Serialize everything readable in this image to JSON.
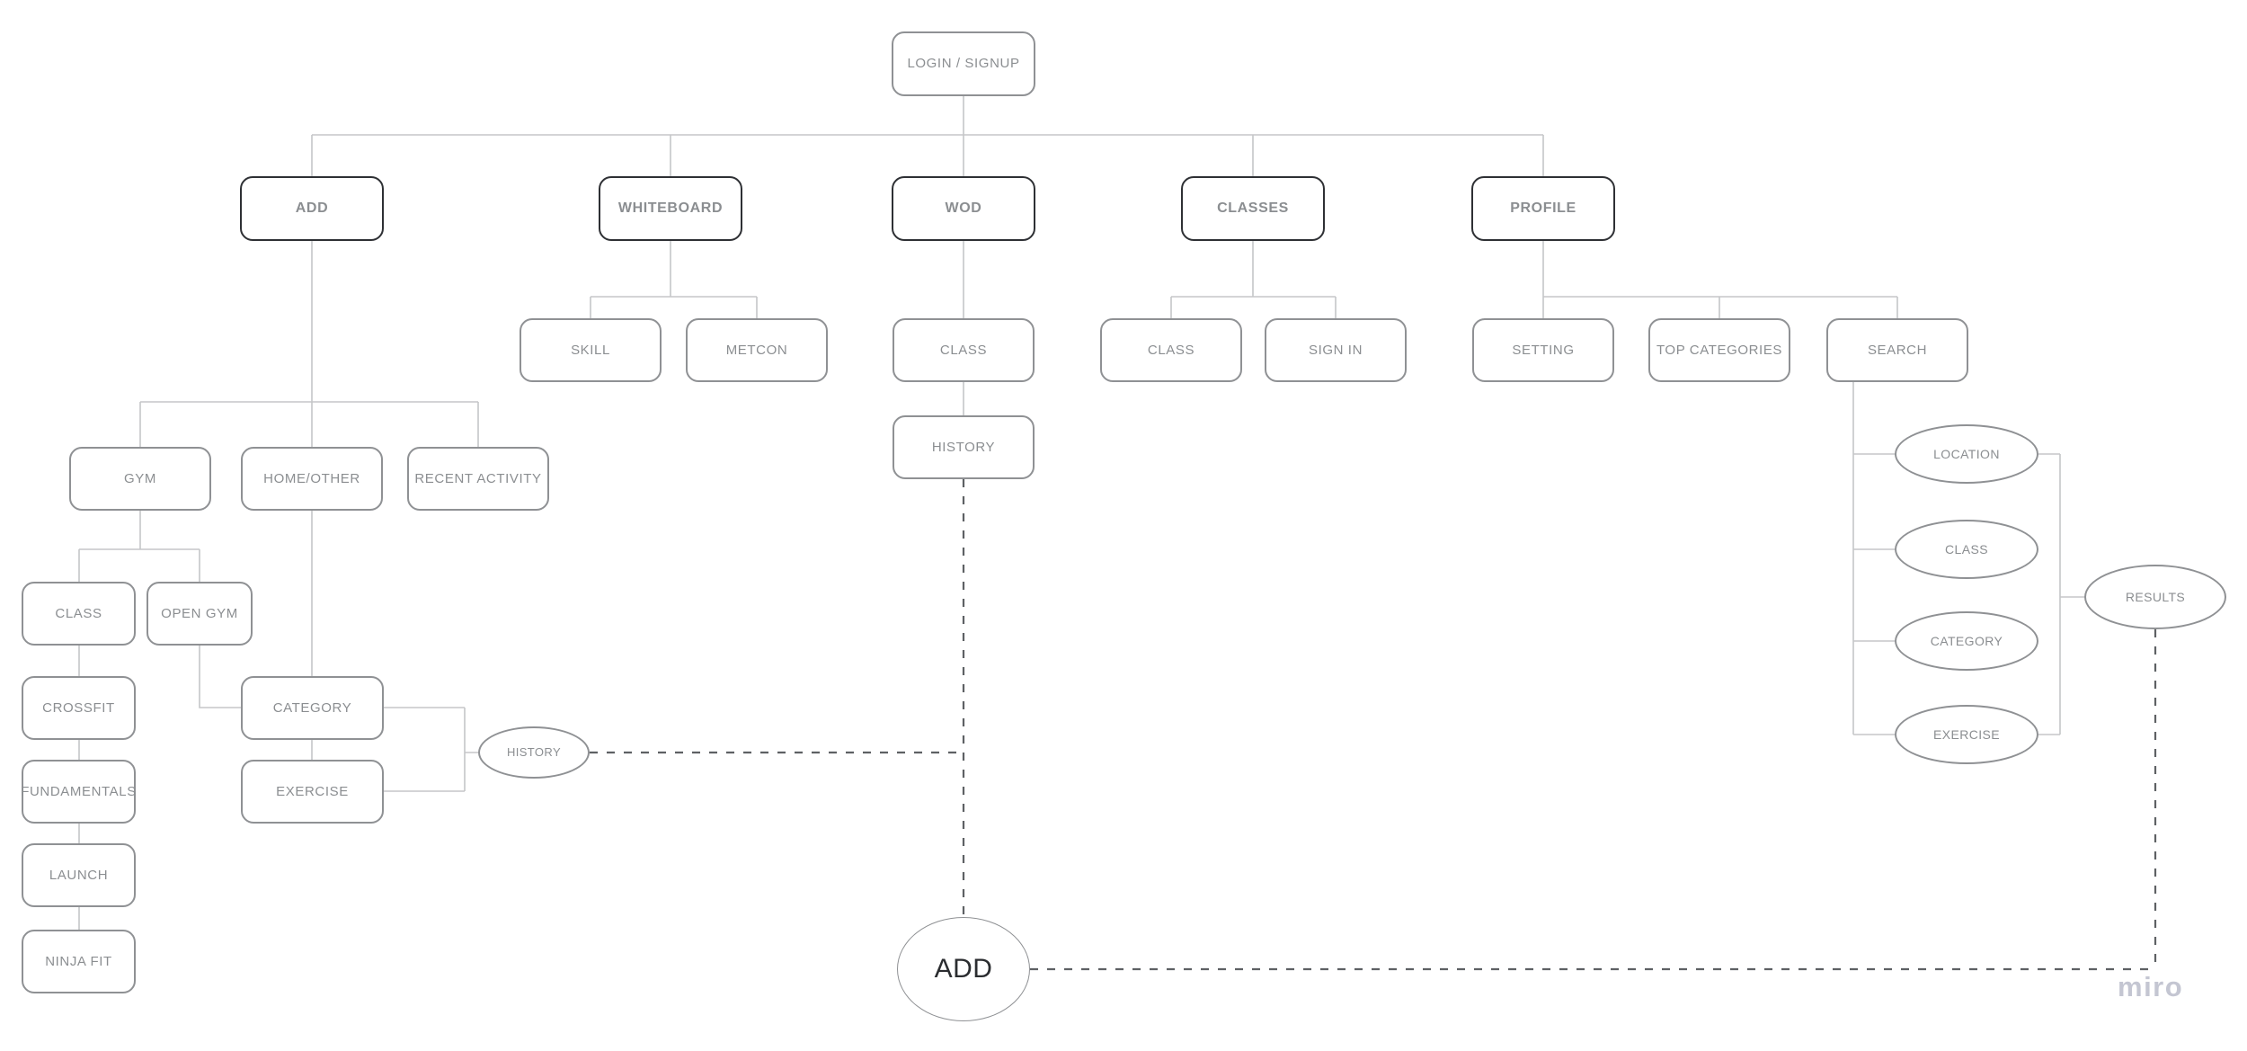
{
  "colors": {
    "background": "#ffffff",
    "node_border": "#8f9194",
    "node_label": "#8b8e91",
    "section_border": "#2e3034",
    "connector": "#c5c6c8",
    "dashed_connector": "#5e6164",
    "add_text": "#2b2d30",
    "watermark": "#c4c6d2"
  },
  "nodes": {
    "login_signup": "LOGIN / SIGNUP",
    "add": "ADD",
    "whiteboard": "WHITEBOARD",
    "wod": "WOD",
    "classes": "CLASSES",
    "profile": "PROFILE",
    "skill": "SKILL",
    "metcon": "METCON",
    "wod_class": "CLASS",
    "wod_history": "HISTORY",
    "classes_class": "CLASS",
    "sign_in": "SIGN IN",
    "setting": "SETTING",
    "top_categories": "TOP CATEGORIES",
    "search": "SEARCH",
    "gym": "GYM",
    "home_other": "HOME/OTHER",
    "recent_activity": "RECENT ACTIVITY",
    "gym_class": "CLASS",
    "open_gym": "OPEN GYM",
    "crossfit": "CROSSFIT",
    "fundamentals": "FUNDAMENTALS",
    "launch": "LAUNCH",
    "ninja_fit": "NINJA FIT",
    "category": "CATEGORY",
    "exercise": "EXERCISE",
    "history_oval": "HISTORY",
    "search_location": "LOCATION",
    "search_class": "CLASS",
    "search_category": "CATEGORY",
    "search_exercise": "EXERCISE",
    "results": "RESULTS",
    "add_oval": "ADD"
  },
  "watermark": {
    "label": "miro"
  }
}
